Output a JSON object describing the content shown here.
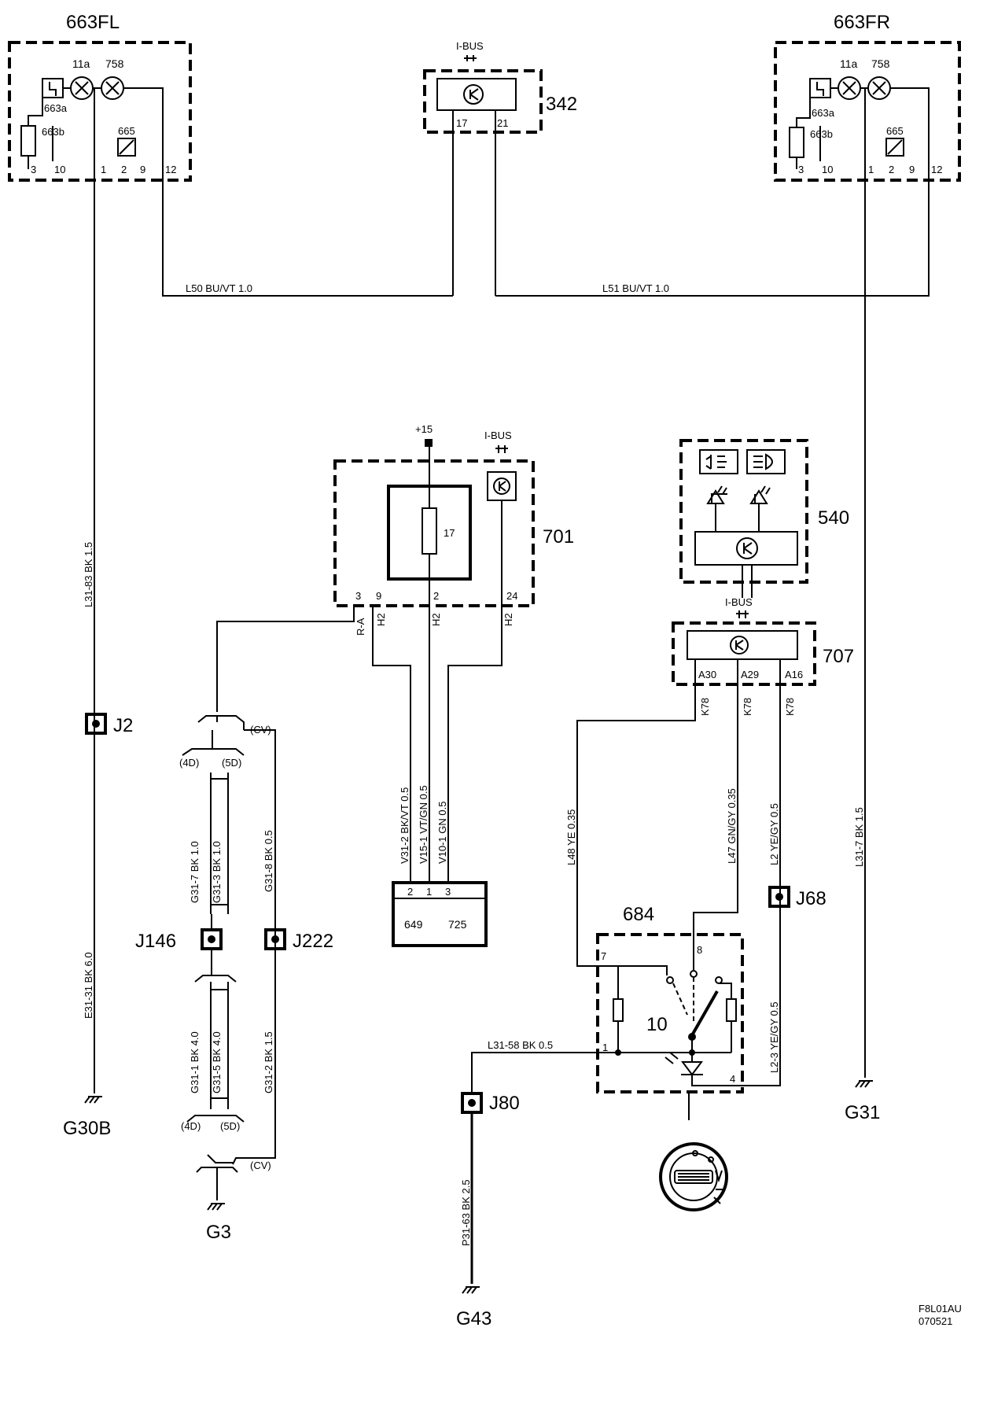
{
  "components": {
    "c663fl": {
      "id": "663FL",
      "p11a": "11a",
      "p758": "758",
      "p663a": "663a",
      "p663b": "663b",
      "p665": "665",
      "pins": [
        "3",
        "10",
        "1",
        "2",
        "9",
        "12"
      ]
    },
    "c663fr": {
      "id": "663FR",
      "p11a": "11a",
      "p758": "758",
      "p663a": "663a",
      "p663b": "663b",
      "p665": "665",
      "pins": [
        "3",
        "10",
        "1",
        "2",
        "9",
        "12"
      ]
    },
    "c342": {
      "id": "342",
      "bus": "I-BUS",
      "pins": [
        "17",
        "21"
      ]
    },
    "c701": {
      "id": "701",
      "supply": "+15",
      "bus": "I-BUS",
      "fuse": "17",
      "pins": [
        "3",
        "9",
        "2",
        "24"
      ],
      "conn": [
        "R-A",
        "H2",
        "H2",
        "H2"
      ]
    },
    "c540": {
      "id": "540"
    },
    "c707": {
      "id": "707",
      "bus": "I-BUS",
      "pins": [
        "A30",
        "A29",
        "A16"
      ],
      "conn": [
        "K78",
        "K78",
        "K78"
      ]
    },
    "c684": {
      "id": "684",
      "switch": "10",
      "pins": [
        "7",
        "8",
        "1",
        "4"
      ]
    },
    "c649": {
      "pins": [
        "2",
        "1",
        "3"
      ],
      "labels": [
        "649",
        "725"
      ]
    }
  },
  "wires": {
    "l50": "L50  BU/VT  1.0",
    "l51": "L51  BU/VT  1.0",
    "l3183": "L31-83      BK  1.5",
    "e3131": "E31-31      BK  6.0",
    "g317": "G31-7  BK  1.0",
    "g313": "G31-3  BK  1.0",
    "g318": "G31-8  BK  0.5",
    "g311": "G31-1  BK  4.0",
    "g315": "G31-5  BK  4.0",
    "g312": "G31-2  BK  1.5",
    "v312": "V31-2  BK/VT  0.5",
    "v151": "V15-1  VT/GN  0.5",
    "v101": "V10-1  GN  0.5",
    "l48": "L48  YE  0.35",
    "l47": "L47  GN/GY  0.35",
    "l2": "L2   YE/GY  0.5",
    "l23": "L2-3     YE/GY  0.5",
    "l317": "L31-7   BK  1.5",
    "l3158": "L31-58  BK   0.5",
    "p3163": "P31-63  BK  2.5"
  },
  "junctions": {
    "j2": "J2",
    "j146": "J146",
    "j222": "J222",
    "j68": "J68",
    "j80": "J80"
  },
  "variants": {
    "d4": "(4D)",
    "d5": "(5D)",
    "cv": "(CV)"
  },
  "grounds": {
    "g30b": "G30B",
    "g3": "G3",
    "g43": "G43",
    "g31": "G31"
  },
  "footer": {
    "code": "F8L01AU",
    "date": "070521"
  }
}
